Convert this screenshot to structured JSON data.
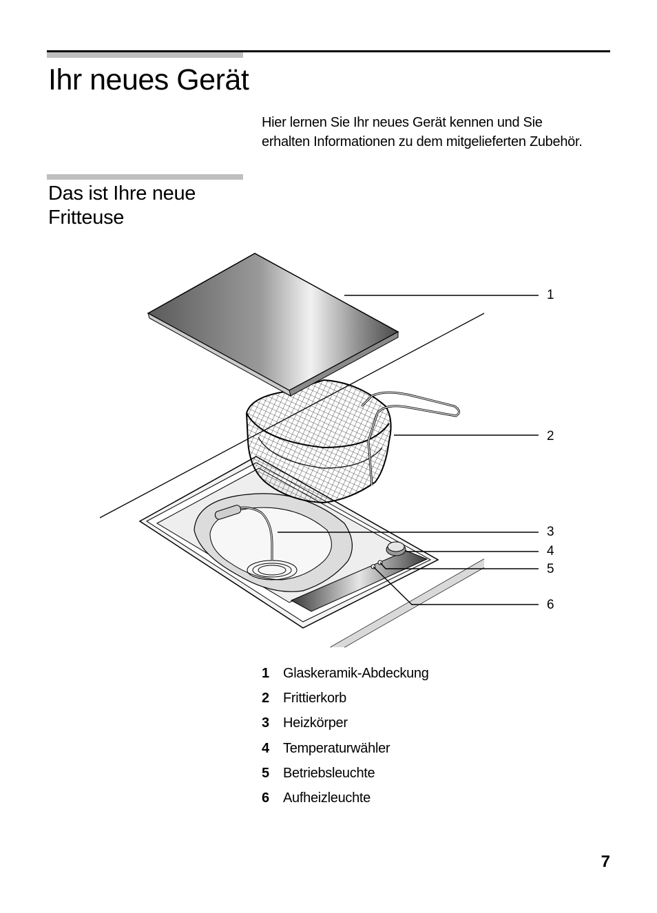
{
  "header": {
    "title": "Ihr neues Gerät",
    "intro_lines": [
      "Hier lernen Sie Ihr neues Gerät kennen und Sie",
      "erhalten Informationen zu dem mitgelieferten Zubehör."
    ]
  },
  "section": {
    "title_lines": [
      "Das ist Ihre neue",
      "Fritteuse"
    ]
  },
  "figure": {
    "callouts": [
      "1",
      "2",
      "3",
      "4",
      "5",
      "6"
    ]
  },
  "legend": [
    {
      "num": "1",
      "label": "Glaskeramik-Abdeckung"
    },
    {
      "num": "2",
      "label": "Frittierkorb"
    },
    {
      "num": "3",
      "label": "Heizkörper"
    },
    {
      "num": "4",
      "label": "Temperaturwähler"
    },
    {
      "num": "5",
      "label": "Betriebsleuchte"
    },
    {
      "num": "6",
      "label": "Aufheizleuchte"
    }
  ],
  "page_number": "7"
}
